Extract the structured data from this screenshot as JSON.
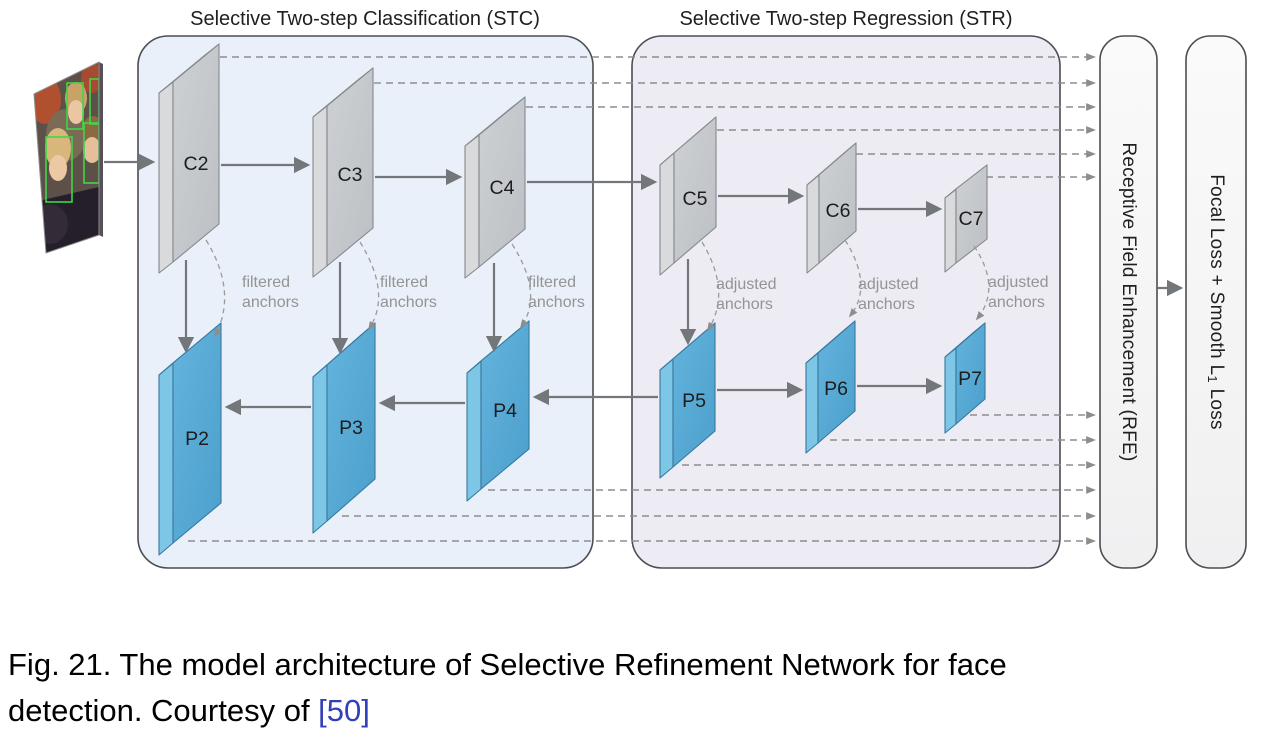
{
  "figure": {
    "caption": {
      "line1": "Fig. 21. The model architecture of Selective Refinement Network for face",
      "line2_prefix": "detection. Courtesy of ",
      "citation": "[50]"
    }
  },
  "diagram": {
    "stc_title": "Selective Two-step Classification (STC)",
    "str_title": "Selective Two-step Regression (STR)",
    "rfe_label": "Receptive Field Enhancement (RFE)",
    "loss_label": {
      "part1": "Focal Loss + Smooth L",
      "subscript": "1",
      "part2": " Loss"
    },
    "nodes": {
      "c2": "C2",
      "c3": "C3",
      "c4": "C4",
      "c5": "C5",
      "c6": "C6",
      "c7": "C7",
      "p2": "P2",
      "p3": "P3",
      "p4": "P4",
      "p5": "P5",
      "p6": "P6",
      "p7": "P7"
    },
    "anchor_labels": {
      "filtered": {
        "line1": "filtered",
        "line2": "anchors"
      },
      "adjusted": {
        "line1": "adjusted",
        "line2": "anchors"
      }
    },
    "colors": {
      "stc_background": "#e9f0f9",
      "str_background": "#edebf4",
      "c_slab_front": "#c5c9cd",
      "p_slab_front": "#58aed9",
      "detection_box_green": "#3fd648",
      "citation_blue": "#333fb8"
    }
  },
  "input_image": {
    "name": "face-photo-with-detections"
  }
}
